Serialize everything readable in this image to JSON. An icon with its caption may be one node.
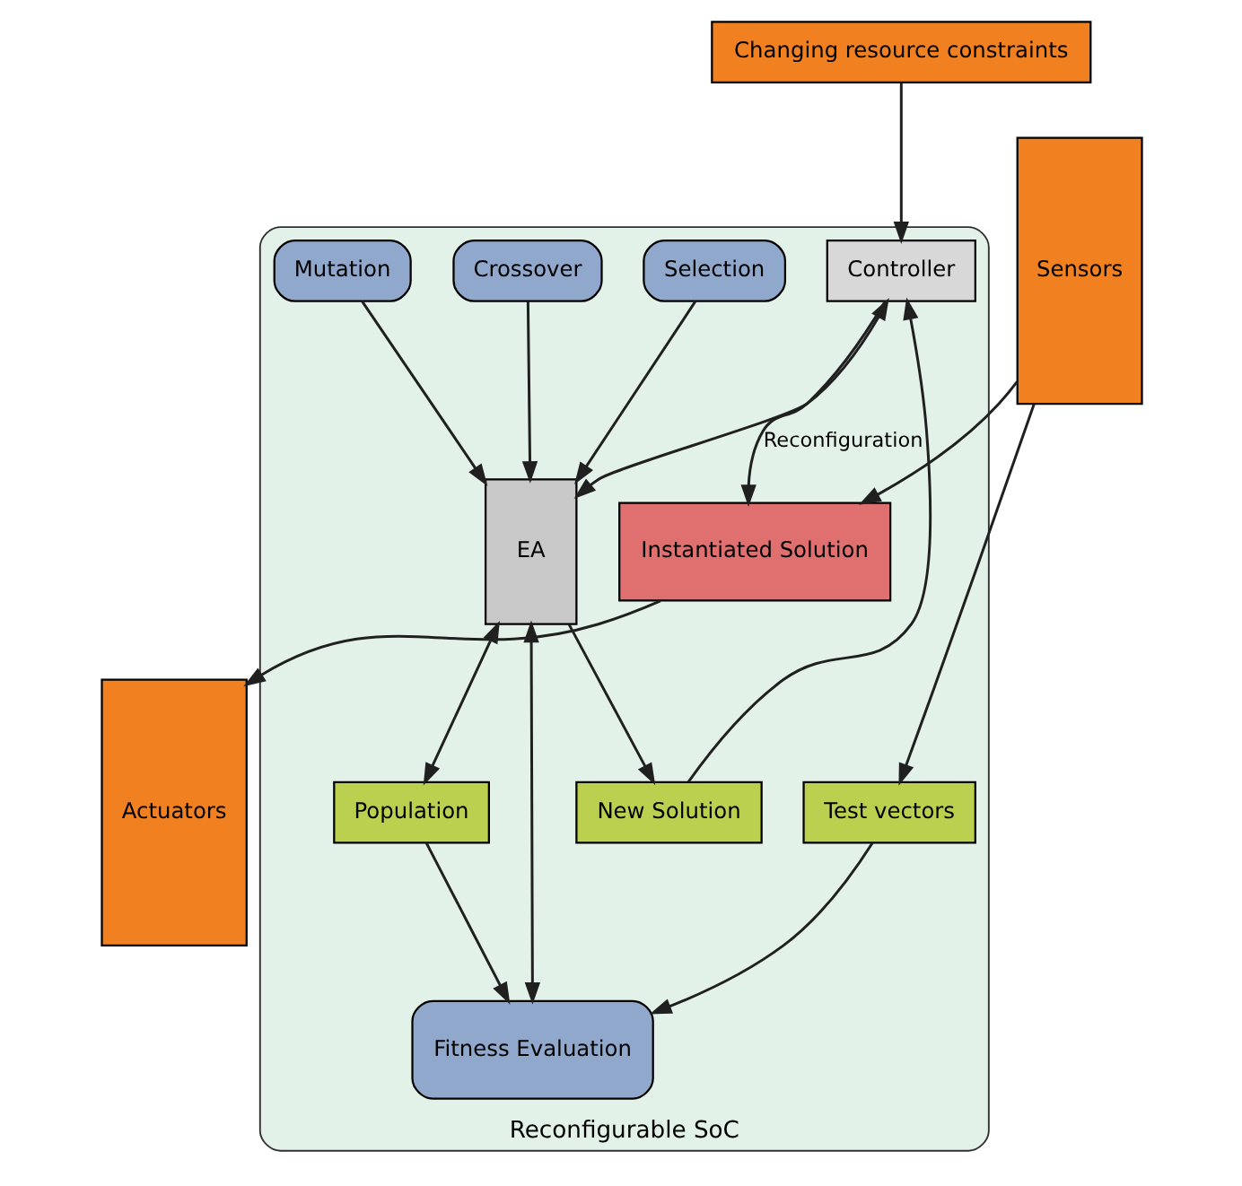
{
  "diagram": {
    "nodes": [
      {
        "text": [
          "Changing resource constraints"
        ]
      },
      {
        "text": [
          "Reconfigurable SoC"
        ]
      },
      {
        "text": [
          "Controller"
        ],
        "in": 1
      },
      {
        "text": [
          "Sensors"
        ]
      },
      {
        "text": [
          "Selection"
        ],
        "in": 1
      },
      {
        "text": [
          "Crossover"
        ],
        "in": 1
      },
      {
        "text": [
          "Mutation"
        ],
        "in": 1
      },
      {
        "text": [
          "EA"
        ],
        "in": 1
      },
      {
        "text": [
          "New Solution"
        ],
        "in": 1
      },
      {
        "text": [
          "Population"
        ],
        "in": 1
      },
      {
        "text": [
          "Fitness Evaluation"
        ],
        "in": 1
      },
      {
        "text": [
          "Test vectors"
        ],
        "in": 1
      },
      {
        "text": [
          "Actuators"
        ]
      },
      {
        "text": [
          "Instantiated Solution"
        ],
        "in": 1
      }
    ],
    "edges": [
      {
        "from": 0,
        "to": 2,
        "arrow": "to"
      },
      {
        "from": 2,
        "to": 7,
        "arrow": "both"
      },
      {
        "from": 4,
        "to": 7,
        "arrow": "to"
      },
      {
        "from": 5,
        "to": 7,
        "arrow": "to"
      },
      {
        "from": 6,
        "to": 7,
        "arrow": "to"
      },
      {
        "from": 7,
        "to": 8,
        "arrow": "to"
      },
      {
        "from": 8,
        "to": 2,
        "arrow": "to"
      },
      {
        "from": 7,
        "to": 9,
        "arrow": "both"
      },
      {
        "from": 7,
        "to": 10,
        "arrow": "both"
      },
      {
        "from": 9,
        "to": 10,
        "arrow": "to"
      },
      {
        "from": 11,
        "to": 10,
        "arrow": "to"
      },
      {
        "from": 2,
        "to": 13,
        "arrow": "to",
        "label": "Reconfiguration"
      },
      {
        "from": 3,
        "to": 13,
        "arrow": "to"
      },
      {
        "from": 3,
        "to": 11,
        "arrow": "to"
      },
      {
        "from": 13,
        "to": 12,
        "arrow": "to"
      }
    ]
  }
}
